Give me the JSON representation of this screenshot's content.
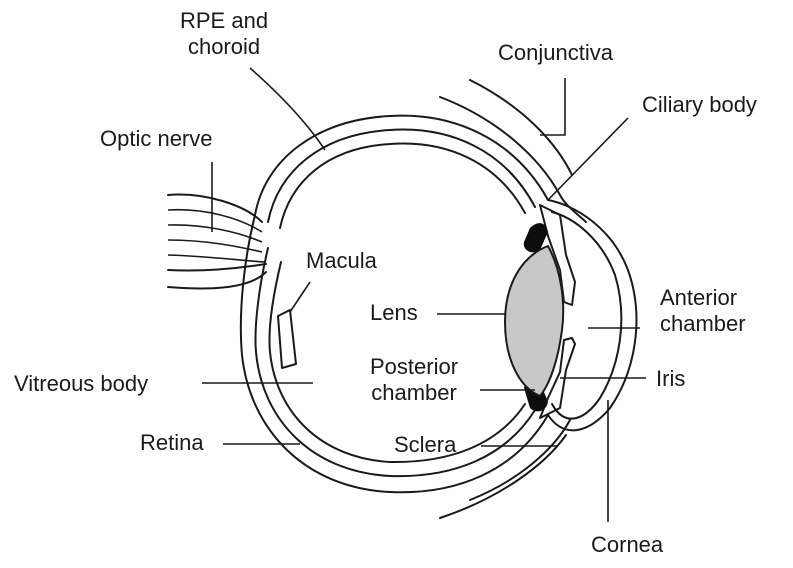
{
  "labels": {
    "rpe_choroid": [
      "RPE and",
      "choroid"
    ],
    "conjunctiva": "Conjunctiva",
    "ciliary_body": "Ciliary body",
    "optic_nerve": "Optic nerve",
    "macula": "Macula",
    "lens": "Lens",
    "anterior_chamber": [
      "Anterior",
      "chamber"
    ],
    "posterior_chamber": [
      "Posterior",
      "chamber"
    ],
    "iris": "Iris",
    "vitreous_body": "Vitreous body",
    "retina": "Retina",
    "sclera": "Sclera",
    "cornea": "Cornea"
  },
  "colors": {
    "line": "#1a1a1a",
    "lens_fill": "#c8c8c8",
    "ciliary_fill": "#0d0d0d",
    "background": "#ffffff"
  }
}
